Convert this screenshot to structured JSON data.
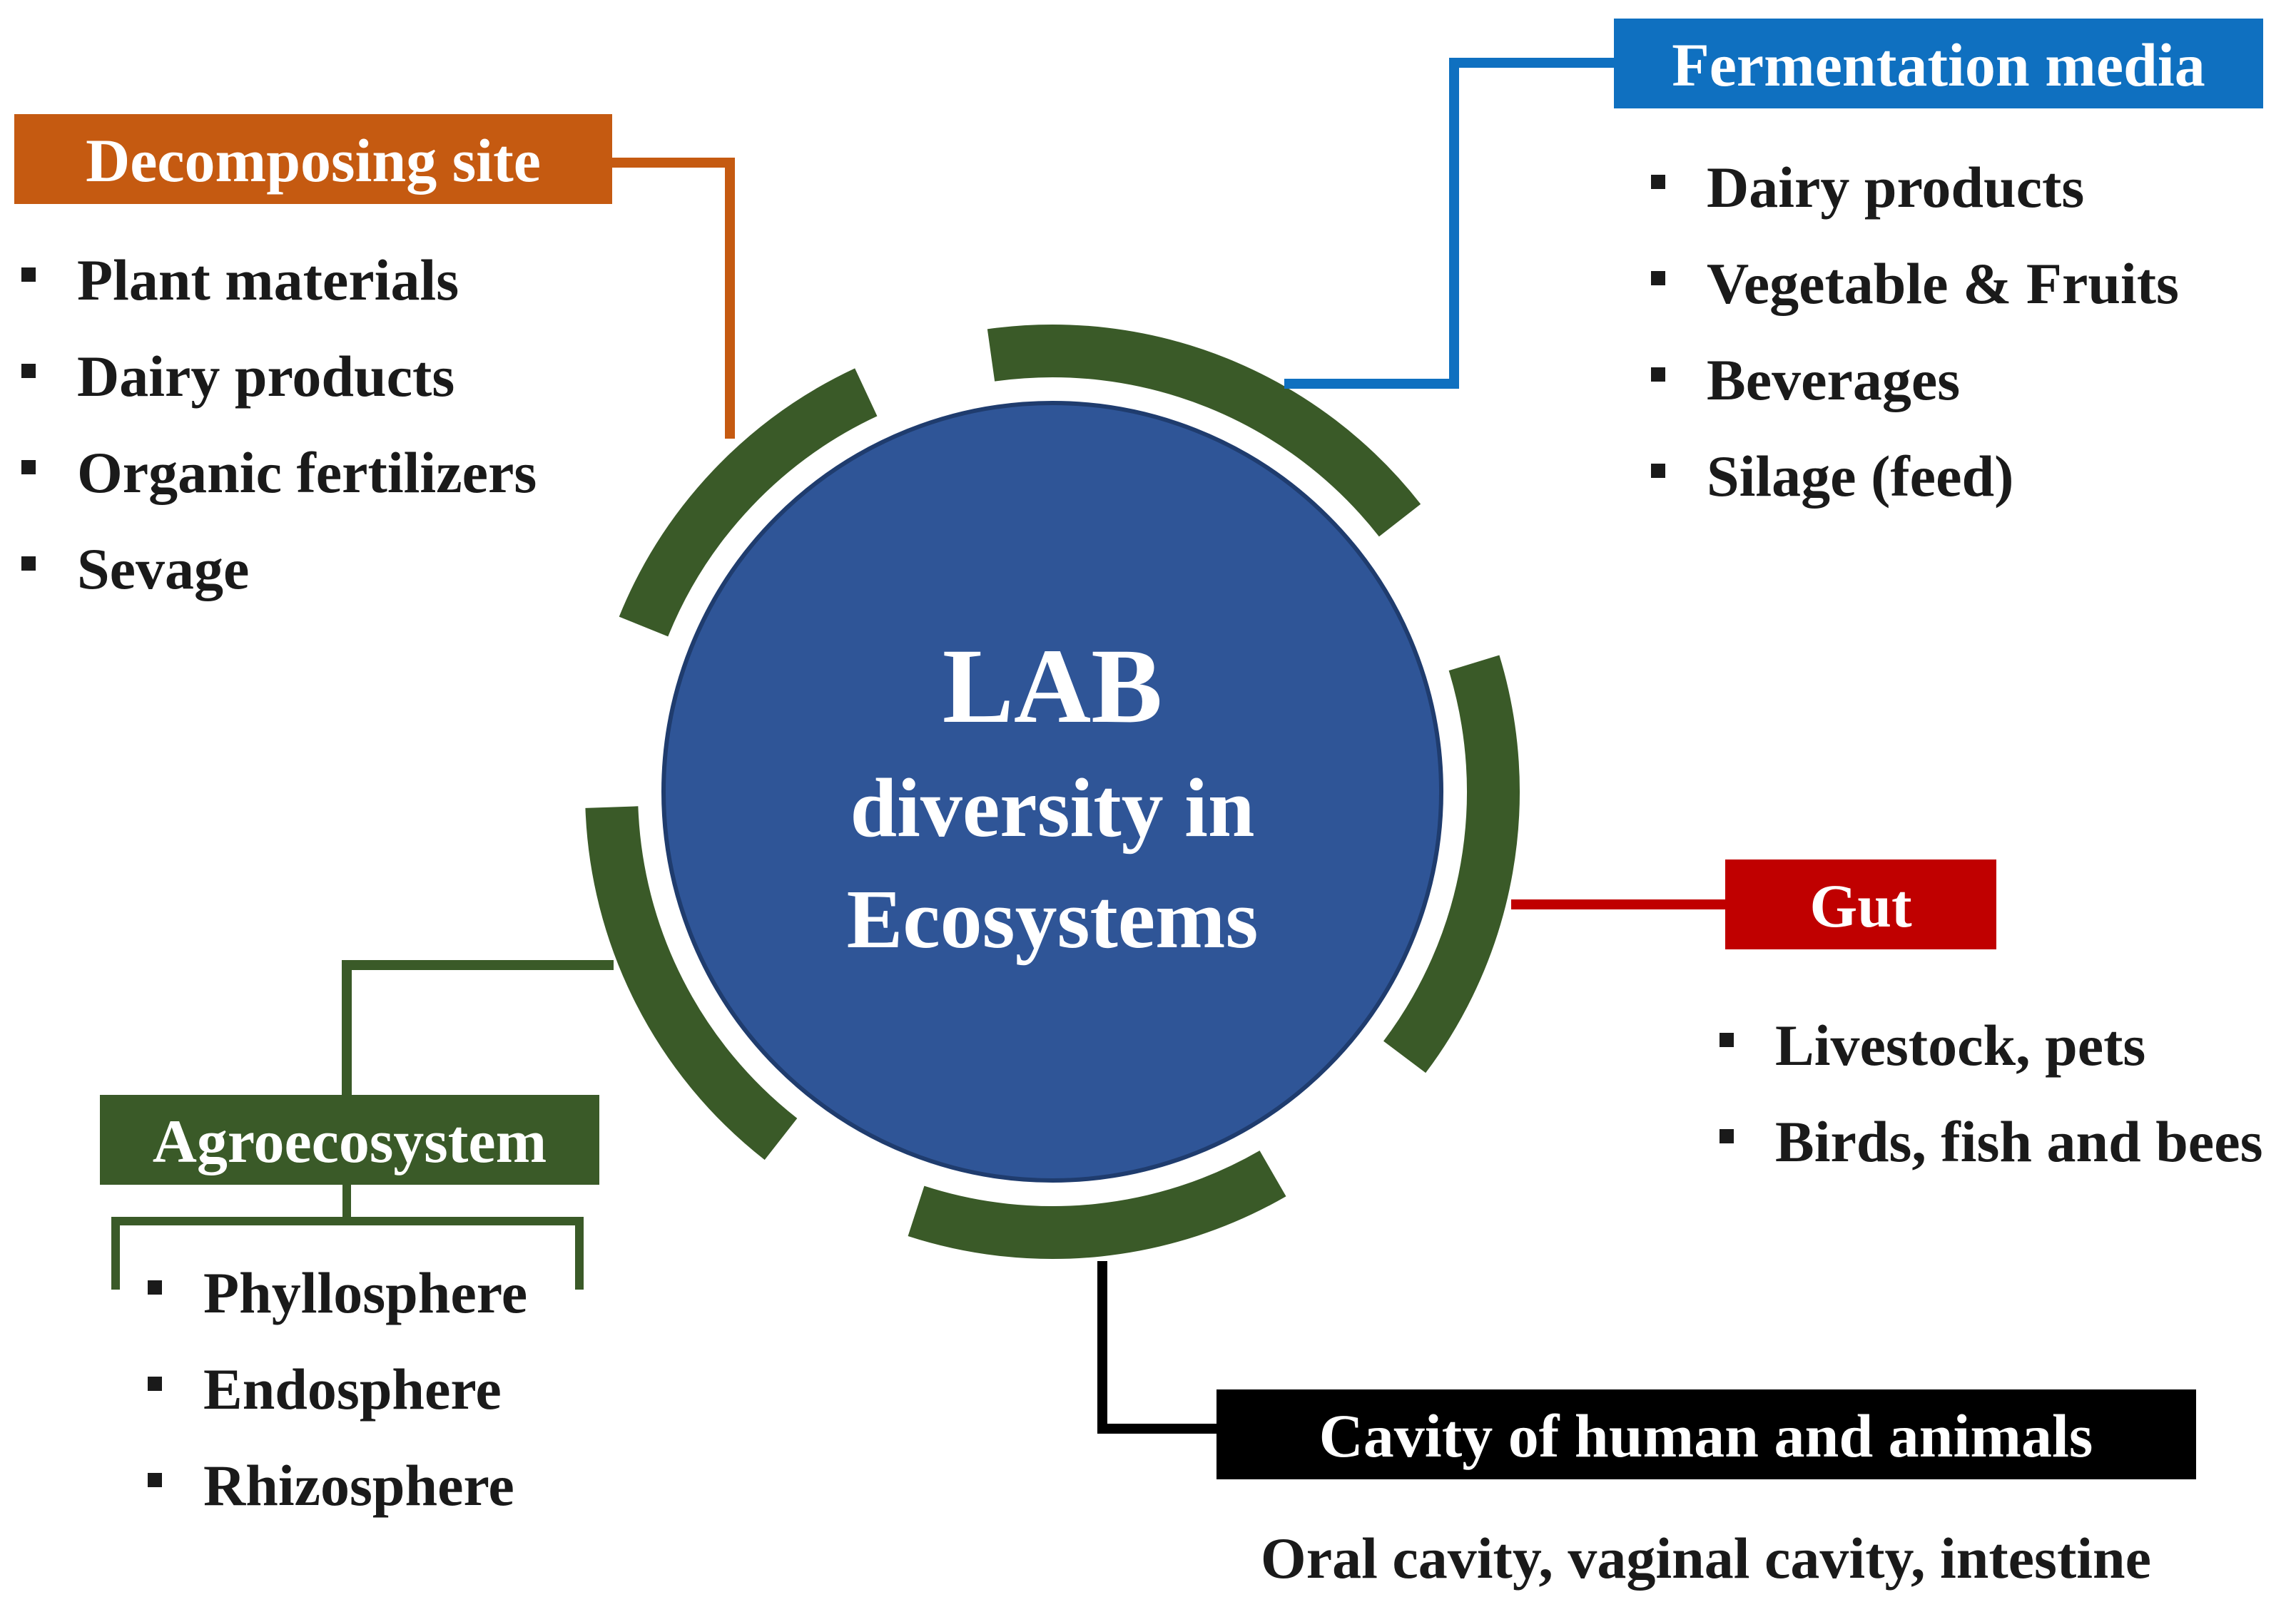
{
  "center": {
    "line1": "LAB",
    "line2": "diversity in",
    "line3": "Ecosystems"
  },
  "colors": {
    "center_fill": "#2f5597",
    "ring": "#3a5a28",
    "decomposing": "#c55a11",
    "fermentation": "#0f70c0",
    "gut": "#c00000",
    "cavity": "#000000",
    "agro": "#3a5a28"
  },
  "groups": {
    "decomposing": {
      "title": "Decomposing site",
      "items": [
        "Plant materials",
        "Dairy products",
        "Organic fertilizers",
        "Sevage"
      ]
    },
    "fermentation": {
      "title": "Fermentation media",
      "items": [
        "Dairy products",
        "Vegetable & Fruits",
        "Beverages",
        "Silage (feed)"
      ]
    },
    "gut": {
      "title": "Gut",
      "items": [
        "Livestock, pets",
        "Birds, fish and bees"
      ]
    },
    "cavity": {
      "title": "Cavity of human and animals",
      "description": "Oral cavity, vaginal cavity, intestine"
    },
    "agro": {
      "title": "Agroecosystem",
      "items": [
        "Phyllosphere",
        "Endosphere",
        "Rhizosphere"
      ]
    }
  }
}
